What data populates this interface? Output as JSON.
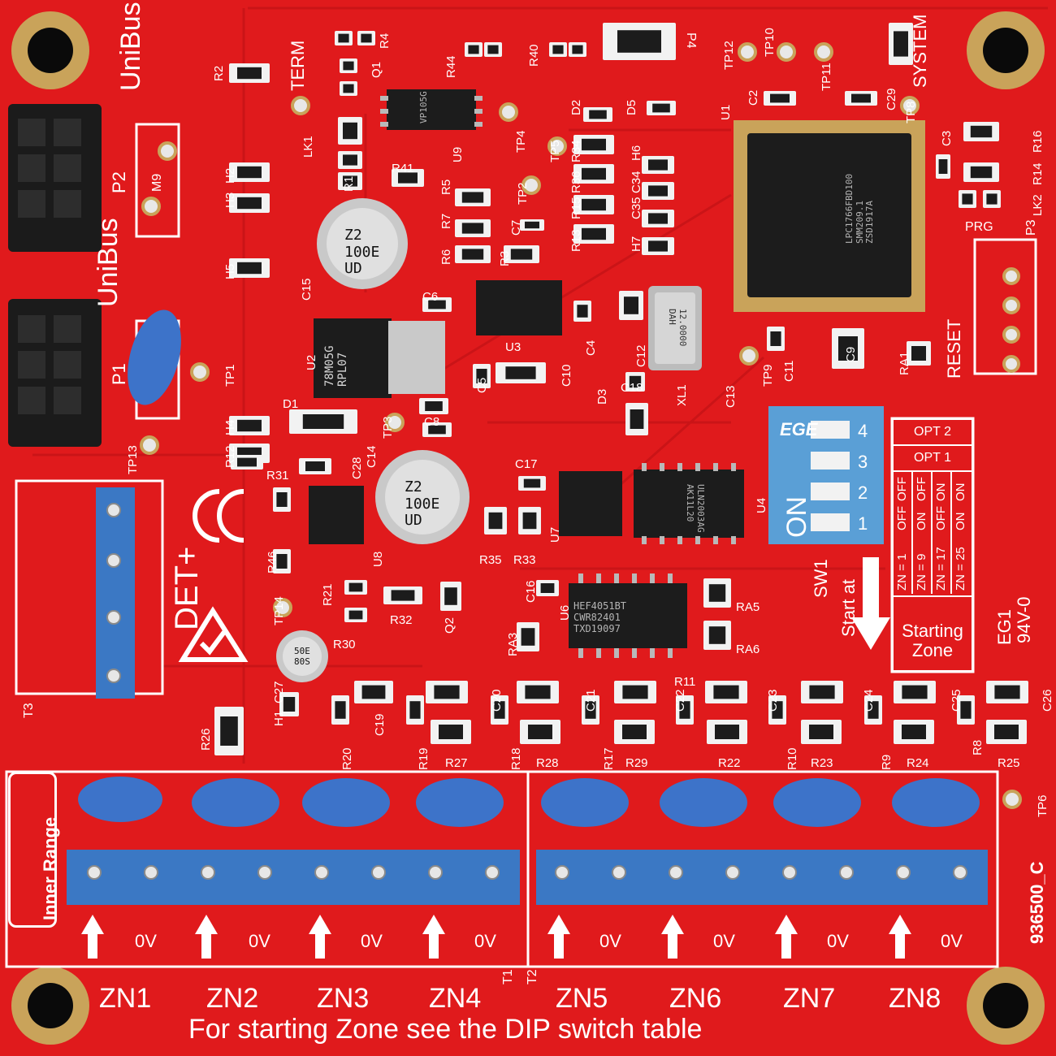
{
  "colors": {
    "board": "#e01a1c",
    "silk": "#ffffff",
    "chip": "#1a1a1a",
    "terminal": "#3b78c4",
    "copper": "#c9a35a",
    "dip": "#5a9fd6"
  },
  "header": {
    "unibus_top": "UniBus",
    "unibus_side": "UniBus",
    "term": "TERM",
    "system": "SYSTEM",
    "reset": "RESET",
    "prg": "PRG",
    "det": "DET+"
  },
  "connectors": {
    "p1": "P1",
    "p2": "P2",
    "p3": "P3",
    "p4": "P4",
    "m9": "M9"
  },
  "chips": {
    "u1": "LPC1766FBD100\nSMM209.1\nZSD1917A",
    "u2": "78M05G\nRPL07",
    "u4": "ULN2003AG\nAK11L20",
    "u6": "HEF4051BT\nCWR82401\nTXD19097",
    "u9": "VP105G",
    "c15": "Z2\n100E\nUD",
    "c14": "Z2\n100E\nUD",
    "c27": "50E\n80S",
    "xl1": "12.0000\nDAH"
  },
  "dip": {
    "brand": "EGE",
    "on_label": "ON",
    "numbers": [
      "1",
      "2",
      "3",
      "4"
    ],
    "table": {
      "opt2": "OPT 2",
      "opt1": "OPT 1",
      "rows": [
        {
          "zn": "ZN = 1",
          "sw1": "OFF",
          "sw2": "OFF"
        },
        {
          "zn": "ZN = 9",
          "sw1": "ON",
          "sw2": "OFF"
        },
        {
          "zn": "ZN = 17",
          "sw1": "OFF",
          "sw2": "ON"
        },
        {
          "zn": "ZN = 25",
          "sw1": "ON",
          "sw2": "ON"
        }
      ],
      "footer": "Starting Zone"
    },
    "sw_label": "SW1",
    "start_at": "Start at"
  },
  "certs": {
    "eg": "EG1",
    "rating": "94V-0"
  },
  "board_id": "936500_C",
  "brand": "Inner Range",
  "terminals": {
    "zones": [
      "ZN1",
      "ZN2",
      "ZN3",
      "ZN4",
      "ZN5",
      "ZN6",
      "ZN7",
      "ZN8"
    ],
    "zero_v": "0V",
    "t1": "T1",
    "t2": "T2",
    "t3": "T3"
  },
  "footer_note": "For starting Zone see the DIP switch table",
  "refs": [
    "R2",
    "R4",
    "Q1",
    "R44",
    "R40",
    "D2",
    "D5",
    "TP12",
    "TP10",
    "TP11",
    "C2",
    "C29",
    "TP8",
    "C3",
    "R16",
    "R14",
    "LK2",
    "R41",
    "U9",
    "TP4",
    "TP5",
    "R34",
    "R36",
    "R15",
    "R13",
    "H6",
    "C34",
    "C35",
    "H7",
    "U1",
    "H3",
    "H2",
    "H5",
    "LK1",
    "R1",
    "R5",
    "R7",
    "R6",
    "R3",
    "C7",
    "TP2",
    "C15",
    "C6",
    "U3",
    "C4",
    "C12",
    "XL1",
    "C9",
    "RA1",
    "U2",
    "C5",
    "C10",
    "D3",
    "C18",
    "TP9",
    "C13",
    "C11",
    "H4",
    "R12",
    "TP1",
    "TP13",
    "D1",
    "TP3",
    "C8",
    "C28",
    "C14",
    "R31",
    "C17",
    "R46",
    "R35",
    "R33",
    "U7",
    "U4",
    "U8",
    "R21",
    "R32",
    "Q2",
    "C16",
    "U6",
    "RA3",
    "RA5",
    "RA6",
    "TP14",
    "R30",
    "C27",
    "H1",
    "R26",
    "R20",
    "C19",
    "R19",
    "C20",
    "R27",
    "R18",
    "C21",
    "R28",
    "R17",
    "C22",
    "R29",
    "R11",
    "C23",
    "R22",
    "R10",
    "C24",
    "R23",
    "R9",
    "C25",
    "R24",
    "R8",
    "C26",
    "R25",
    "TP6"
  ]
}
